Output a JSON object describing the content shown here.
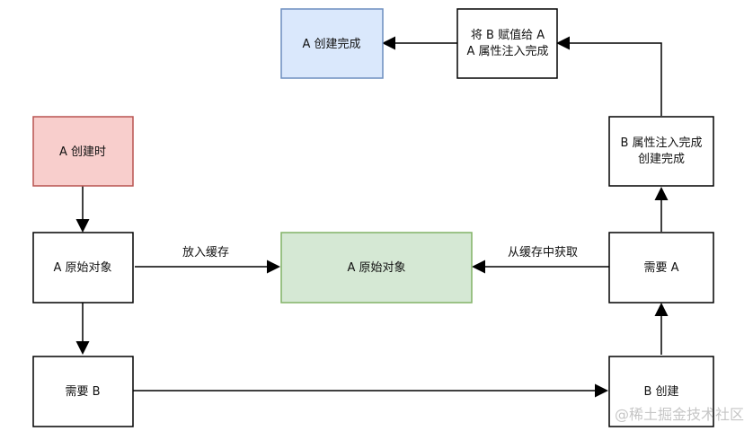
{
  "diagram": {
    "nodes": {
      "a_create_done": {
        "label": "A 创建完成"
      },
      "b_assign": {
        "line1": "将 B 赋值给 A",
        "line2": "A 属性注入完成"
      },
      "a_creating": {
        "label": "A 创建时"
      },
      "b_inject_done": {
        "line1": "B 属性注入完成",
        "line2": "创建完成"
      },
      "a_raw_left": {
        "label": "A 原始对象"
      },
      "cache_raw": {
        "label": "A 原始对象"
      },
      "need_a": {
        "label": "需要 A"
      },
      "need_b": {
        "label": "需要 B"
      },
      "b_create": {
        "label": "B 创建"
      }
    },
    "edges": {
      "put_cache": {
        "label": "放入缓存"
      },
      "get_cache": {
        "label": "从缓存中获取"
      }
    },
    "colors": {
      "red_fill": "#f8cecc",
      "red_stroke": "#b85450",
      "blue_fill": "#dae8fc",
      "blue_stroke": "#6c8ebf",
      "green_fill": "#d5e8d4",
      "green_stroke": "#82b366"
    }
  },
  "watermark": "@稀土掘金技术社区"
}
